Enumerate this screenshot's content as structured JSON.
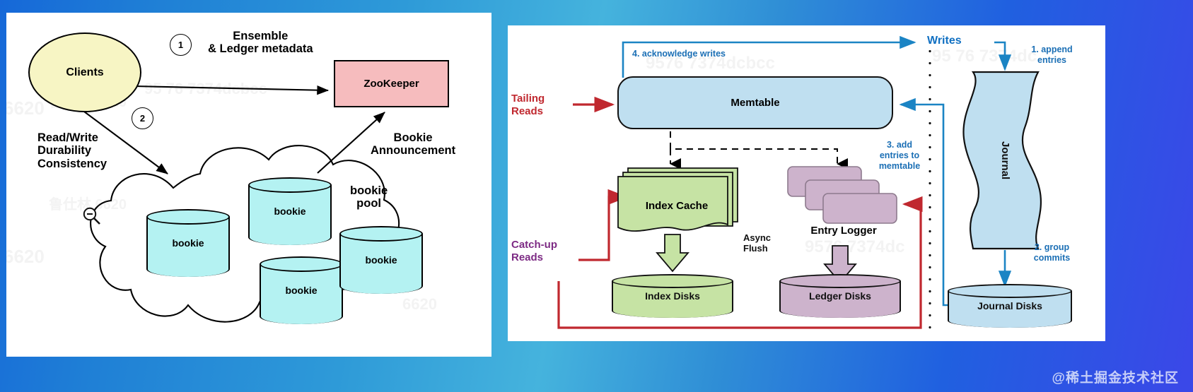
{
  "meta": {
    "footer_watermark": "@稀土掘金技术社区"
  },
  "left_panel": {
    "clients": "Clients",
    "zookeeper": "ZooKeeper",
    "step1_num": "1",
    "step2_num": "2",
    "ensemble_label_line1": "Ensemble",
    "ensemble_label_line2": "& Ledger metadata",
    "rw_label_line1": "Read/Write",
    "rw_label_line2": "Durability",
    "rw_label_line3": "Consistency",
    "bookie_announcement_line1": "Bookie",
    "bookie_announcement_line2": "Announcement",
    "bookie_pool_line1": "bookie",
    "bookie_pool_line2": "pool",
    "bookies": [
      "bookie",
      "bookie",
      "bookie",
      "bookie"
    ],
    "magnifier_icon": "zoom-out-icon"
  },
  "right_panel": {
    "writes": "Writes",
    "memtable": "Memtable",
    "journal": "Journal",
    "index_cache": "Index Cache",
    "entry_logger": "Entry Logger",
    "index_disks": "Index Disks",
    "ledger_disks": "Ledger Disks",
    "journal_disks": "Journal Disks",
    "async_flush_line1": "Async",
    "async_flush_line2": "Flush",
    "tailing_reads_line1": "Tailing",
    "tailing_reads_line2": "Reads",
    "catchup_reads_line1": "Catch-up",
    "catchup_reads_line2": "Reads",
    "step1_line1": "1. append",
    "step1_line2": "entries",
    "step2_line1": "2. group",
    "step2_line2": "commits",
    "step3_line1": "3. add",
    "step3_line2": "entries to",
    "step3_line3": "memtable",
    "step4": "4. acknowledge writes"
  },
  "colors": {
    "blue_accent": "#1b6fb5",
    "red_accent": "#c0282f",
    "purple_accent": "#7d2b84",
    "memtable_fill": "#bfdff0",
    "journal_fill": "#bfdff0",
    "index_fill": "#c6e3a4",
    "ledger_fill": "#cdb3cc",
    "bookie_fill": "#b4f2f2",
    "clients_fill": "#f7f5c4",
    "zookeeper_fill": "#f6bcbe"
  },
  "watermarks": {
    "left": [
      "6620",
      "鲁仕林 6620",
      "95 76 7374dcbcc",
      "6620",
      "鲁仕林 6620",
      "6620"
    ],
    "right": [
      "9576 7374dcbcc",
      "95 76 7374dc",
      "9576 7374dc"
    ]
  }
}
